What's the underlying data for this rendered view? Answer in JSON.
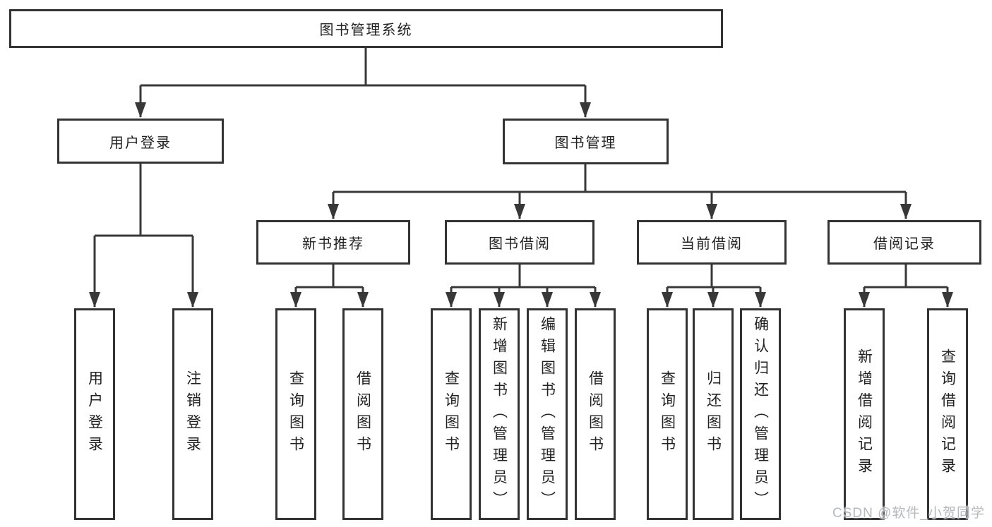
{
  "tree": {
    "root": {
      "label": "图书管理系统"
    },
    "branches": [
      {
        "label": "用户登录",
        "leaves": [
          {
            "label": "用户登录"
          },
          {
            "label": "注销登录"
          }
        ]
      },
      {
        "label": "图书管理",
        "groups": [
          {
            "label": "新书推荐",
            "leaves": [
              {
                "label": "查询图书"
              },
              {
                "label": "借阅图书"
              }
            ]
          },
          {
            "label": "图书借阅",
            "leaves": [
              {
                "label": "查询图书"
              },
              {
                "label": "新增图书（管理员）"
              },
              {
                "label": "编辑图书（管理员）"
              },
              {
                "label": "借阅图书"
              }
            ]
          },
          {
            "label": "当前借阅",
            "leaves": [
              {
                "label": "查询图书"
              },
              {
                "label": "归还图书"
              },
              {
                "label": "确认归还（管理员）"
              }
            ]
          },
          {
            "label": "借阅记录",
            "leaves": [
              {
                "label": "新增借阅记录"
              },
              {
                "label": "查询借阅记录"
              }
            ]
          }
        ]
      }
    ]
  },
  "watermark": {
    "text": "CSDN @软件_小贺同学"
  },
  "colors": {
    "line": "#383838",
    "border": "#333333",
    "text": "#222222",
    "background": "#ffffff",
    "watermark": "#b5b8bd"
  }
}
